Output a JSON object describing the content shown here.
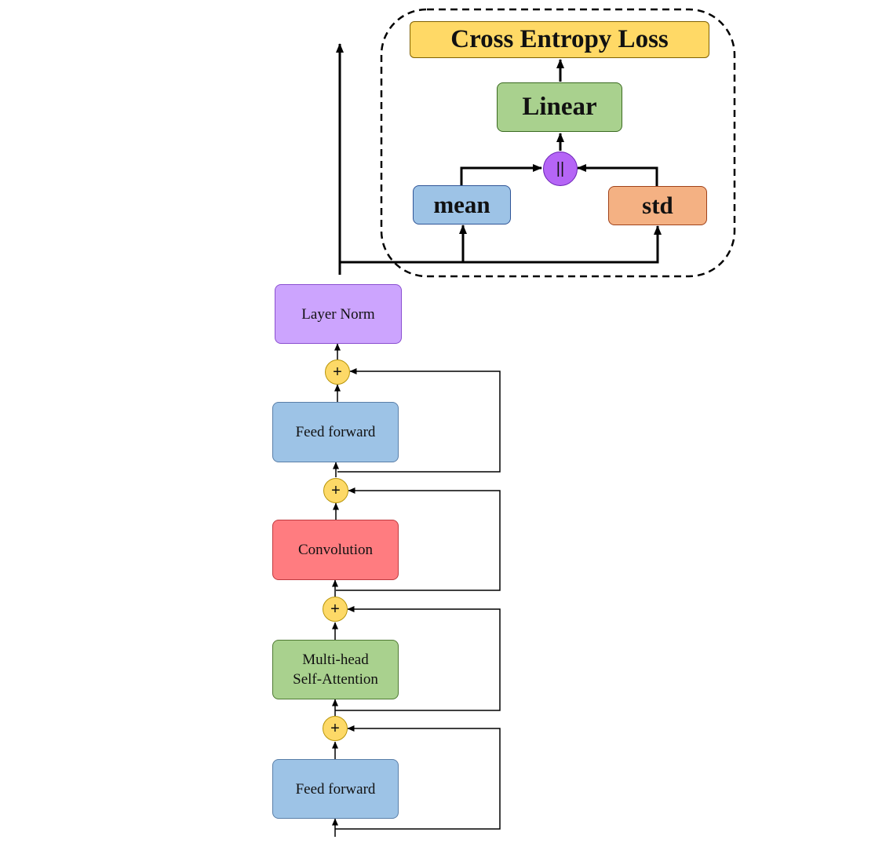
{
  "head": {
    "loss": "Cross Entropy Loss",
    "linear": "Linear",
    "concat": "||",
    "mean": "mean",
    "std": "std"
  },
  "encoder": {
    "layer_norm": "Layer Norm",
    "ffn_top": "Feed forward",
    "conv": "Convolution",
    "mhsa_line1": "Multi-head",
    "mhsa_line2": "Self-Attention",
    "ffn_bottom": "Feed forward",
    "add_symbol": "+"
  },
  "colors": {
    "loss_fill": "#ffd966",
    "loss_border": "#806000",
    "linear_fill": "#a9d18e",
    "linear_border": "#3a6a20",
    "mean_fill": "#9dc3e6",
    "mean_border": "#2f5597",
    "std_fill": "#f4b183",
    "std_border": "#a0421a",
    "concat_fill": "#b565f6",
    "layernorm_fill": "#cca4fe",
    "layernorm_border": "#8a4fd0",
    "ffn_fill": "#9dc3e6",
    "ffn_border": "#5a7fa8",
    "conv_fill": "#ff7c80",
    "conv_border": "#c03a3e",
    "mhsa_fill": "#a9d18e",
    "mhsa_border": "#4f7a33",
    "add_fill": "#fdd967"
  }
}
